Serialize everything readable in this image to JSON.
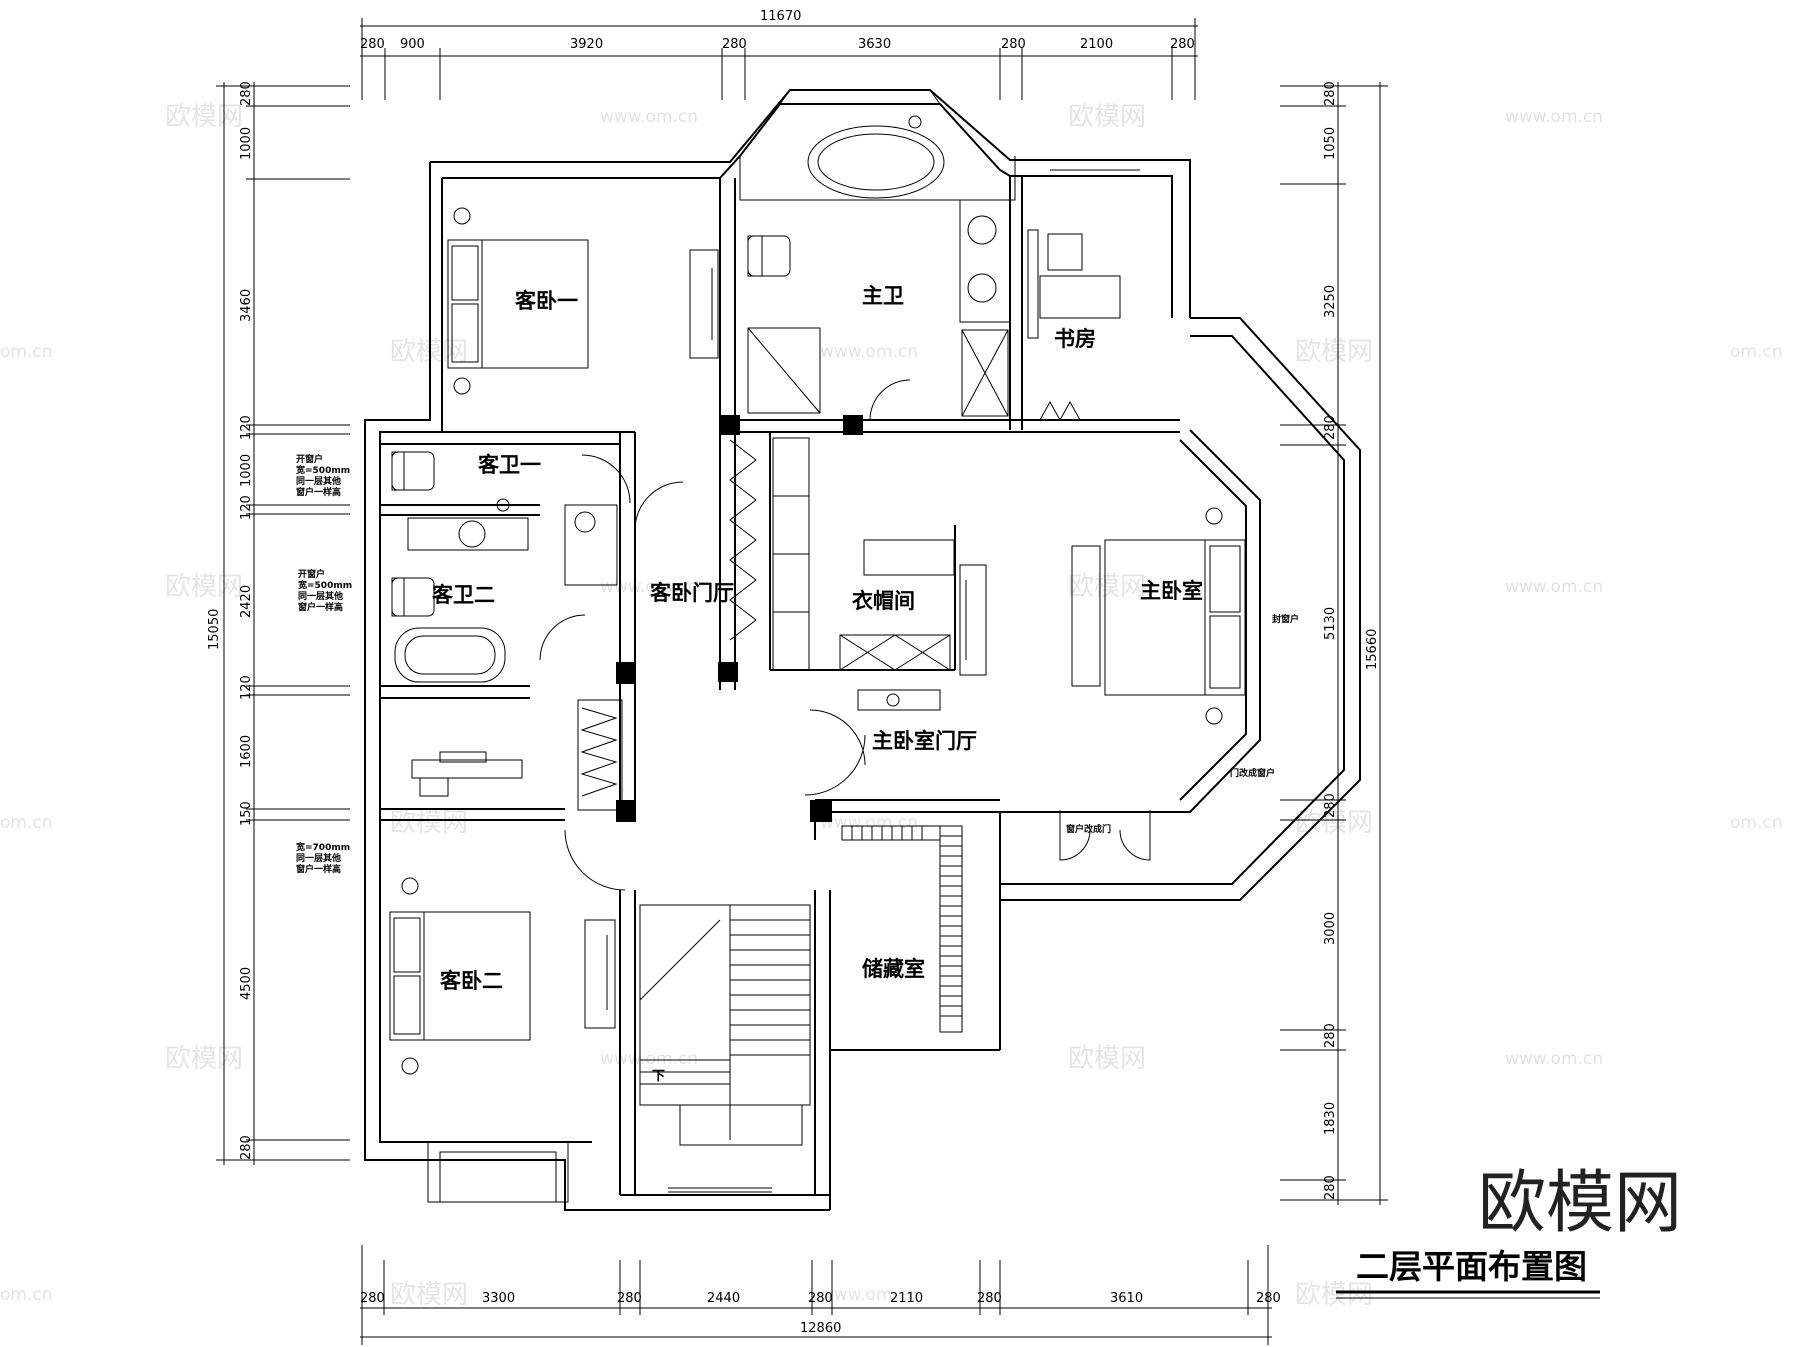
{
  "title": "二层平面布置图",
  "logo": "欧模网",
  "watermark": {
    "text": "欧模网",
    "url": "www.om.cn",
    "url_short": "om.cn"
  },
  "rooms": {
    "guest_bed_1": "客卧一",
    "master_bath": "主卫",
    "study": "书房",
    "guest_bath_1": "客卫一",
    "guest_bath_2": "客卫二",
    "guest_hall": "客卧门厅",
    "closet": "衣帽间",
    "master_bed": "主卧室",
    "master_hall": "主卧室门厅",
    "guest_bed_2": "客卧二",
    "storage": "储藏室"
  },
  "stair_down": "下",
  "notes": {
    "window_a": [
      "开窗户",
      "宽=500mm",
      "同一层其他",
      "窗户一样高"
    ],
    "window_b": [
      "开窗户",
      "宽=500mm",
      "同一层其他",
      "窗户一样高"
    ],
    "window_c": [
      "宽=700mm",
      "同一层其他",
      "窗户一样高"
    ],
    "seal_window": "封窗户",
    "door_to_window": "门改成窗户",
    "window_to_door": "窗户改成门"
  },
  "dims": {
    "top_total": "11670",
    "top": [
      "280",
      "900",
      "3920",
      "280",
      "3630",
      "280",
      "2100",
      "280"
    ],
    "bottom_total": "12860",
    "bottom": [
      "280",
      "3300",
      "280",
      "2440",
      "280",
      "2110",
      "280",
      "3610",
      "280"
    ],
    "left_total": "15050",
    "left": [
      "280",
      "1000",
      "3460",
      "120",
      "1000",
      "120",
      "2420",
      "120",
      "1600",
      "150",
      "4500",
      "280"
    ],
    "right_total": "15660",
    "right": [
      "280",
      "1050",
      "3250",
      "280",
      "5130",
      "280",
      "3000",
      "280",
      "1830",
      "280"
    ]
  }
}
